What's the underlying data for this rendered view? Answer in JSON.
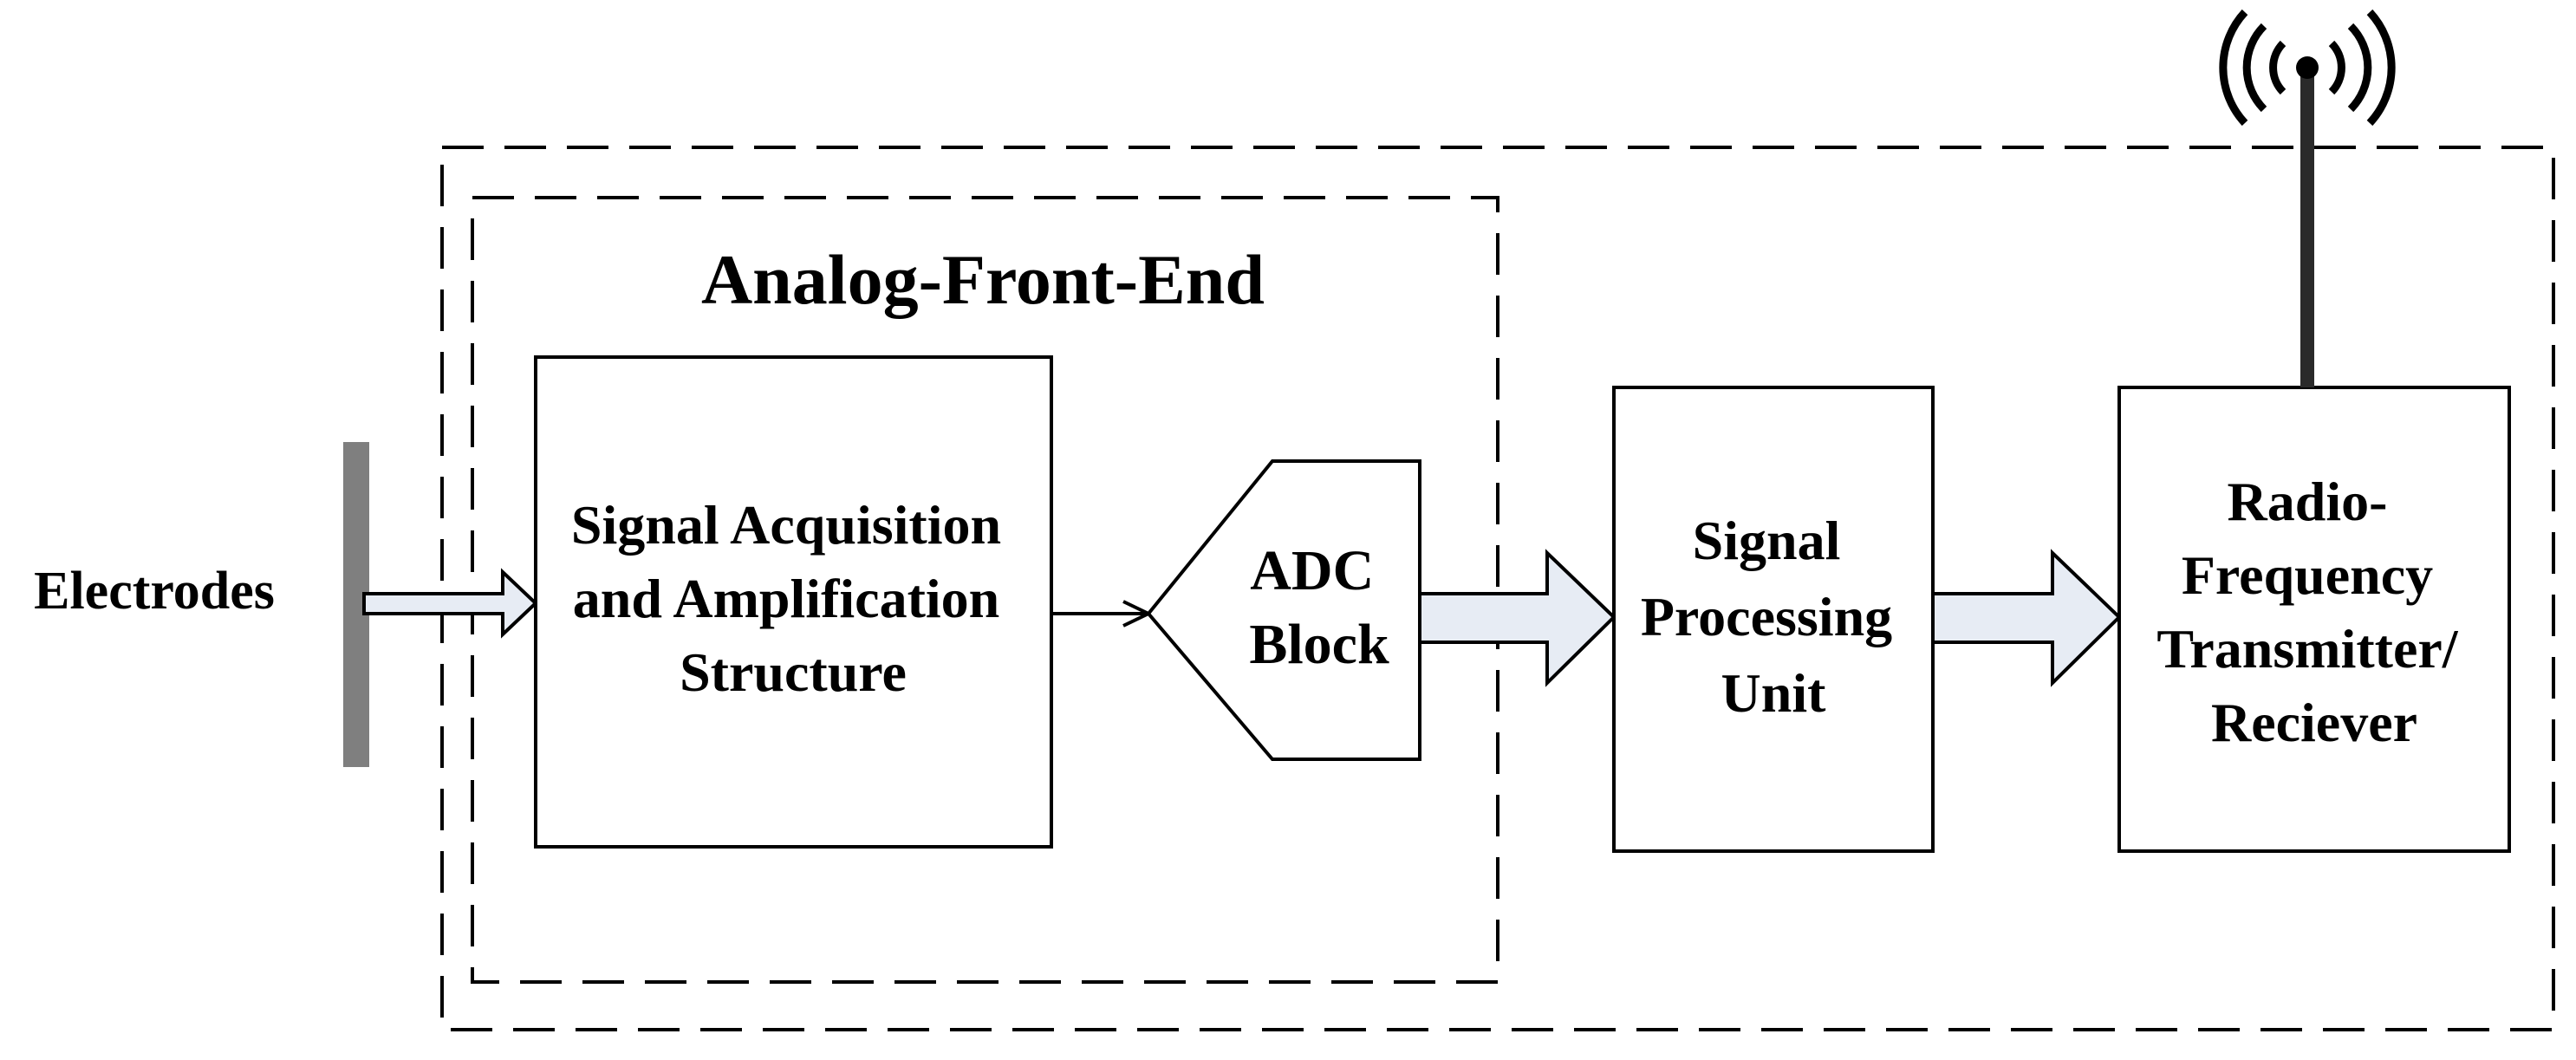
{
  "diagram": {
    "group_label": "Analog-Front-End",
    "electrodes_label": "Electrodes",
    "blocks": {
      "signal_acquisition": [
        "Signal Acquisition",
        "and Amplification",
        "Structure"
      ],
      "adc": [
        "ADC",
        "Block"
      ],
      "signal_processing": [
        "Signal",
        "Processing",
        "Unit"
      ],
      "rf": [
        "Radio-",
        "Frequency",
        "Transmitter/",
        "Reciever"
      ]
    },
    "colors": {
      "line": "#000000",
      "arrow_fill": "#e7ecf4",
      "electrode_bar": "#7f7f7f"
    },
    "icons": [
      "antenna-icon"
    ]
  }
}
